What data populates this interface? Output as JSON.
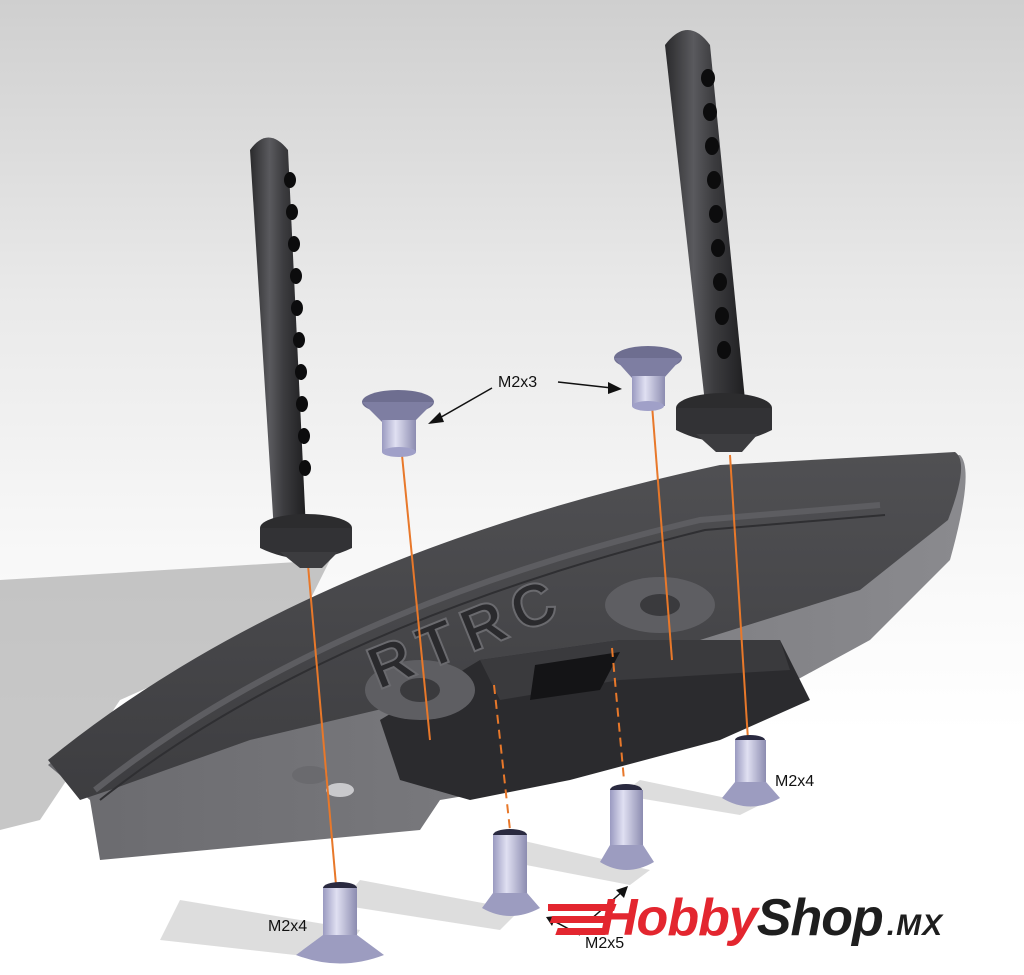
{
  "diagram": {
    "subject": "RTRC body post mount exploded view",
    "plate_embossed_text": "RTRC",
    "guide_line_color": "#e8782a",
    "post_color": "#3a3a3c",
    "plate_color": "#4a4a4c",
    "screw_color": "#b8b8d8",
    "labels": {
      "top_screws": "M2x3",
      "bottom_left_screw": "M2x4",
      "bottom_right_screw": "M2x4",
      "bottom_center_screw": "M2x5"
    }
  },
  "watermark": {
    "part1": "Hobby",
    "part2": "Shop",
    "tld": ".MX",
    "part1_color": "#e3262f",
    "part2_color": "#1e1e1e"
  }
}
